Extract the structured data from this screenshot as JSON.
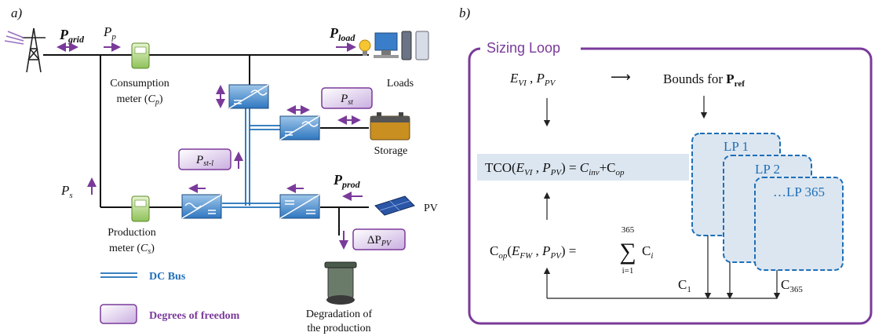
{
  "panel_a": {
    "label": "a)",
    "powers": {
      "p_grid": {
        "base": "P",
        "sub": "grid"
      },
      "p_p": {
        "base": "P",
        "sub": "p"
      },
      "p_load": {
        "base": "P",
        "sub": "load"
      },
      "p_st": {
        "base": "P",
        "sub": "st"
      },
      "p_st_l": {
        "base": "P",
        "sub": "st-l"
      },
      "p_s": {
        "base": "P",
        "sub": "s"
      },
      "p_prod": {
        "base": "P",
        "sub": "prod"
      },
      "delta_p_pv": {
        "base": "ΔP",
        "sub": "PV"
      }
    },
    "labels": {
      "consumption_meter_line1": "Consumption",
      "consumption_meter_line2_pre": "meter (",
      "consumption_meter_var": "C",
      "consumption_meter_sub": "p",
      "consumption_meter_post": ")",
      "production_meter_line1": "Production",
      "production_meter_line2_pre": "meter (",
      "production_meter_var": "C",
      "production_meter_sub": "s",
      "production_meter_post": ")",
      "loads": "Loads",
      "storage": "Storage",
      "pv": "PV",
      "degradation_line1": "Degradation of",
      "degradation_line2": "the production"
    },
    "legend": {
      "dc_bus": "DC Bus",
      "degrees_of_freedom": "Degrees of freedom"
    },
    "colors": {
      "purple": "#7a3a9a",
      "bus_blue": "#1e6fb8"
    }
  },
  "panel_b": {
    "label": "b)",
    "loop_title": "Sizing Loop",
    "inputs": {
      "e": "E",
      "e_sub": "VI",
      "sep": " , ",
      "p": "P",
      "p_sub": "PV"
    },
    "arrow_right": "⟶",
    "bounds_text": "Bounds for ",
    "bounds_bold": "P",
    "bounds_bold_sub": "ref",
    "tco": {
      "prefix": "TCO(",
      "e": "E",
      "e_sub": "VI",
      "sep": " , ",
      "p": "P",
      "p_sub": "PV",
      "mid": ") = ",
      "c": "C",
      "c_sub": "inv",
      "plus": "+C",
      "op_sub": "op"
    },
    "cop": {
      "c": "C",
      "c_sub": "op",
      "open": "(",
      "e": "E",
      "e_sub": "FW",
      "sep": " , ",
      "p": "P",
      "p_sub": "PV",
      "close": ") = ",
      "sum_top": "365",
      "sum_sign": "∑",
      "sum_bottom": "i=1",
      "term": "C",
      "term_sub": "i"
    },
    "lp_boxes": [
      "LP 1",
      "LP 2",
      "…LP 365"
    ],
    "c1": {
      "base": "C",
      "sub": "1"
    },
    "c365": {
      "base": "C",
      "sub": "365"
    },
    "colors": {
      "frame": "#7a3a9a",
      "lp_border": "#1e6fb8",
      "lp_fill": "#dce6f0",
      "tco_fill": "#dce6f0"
    }
  }
}
